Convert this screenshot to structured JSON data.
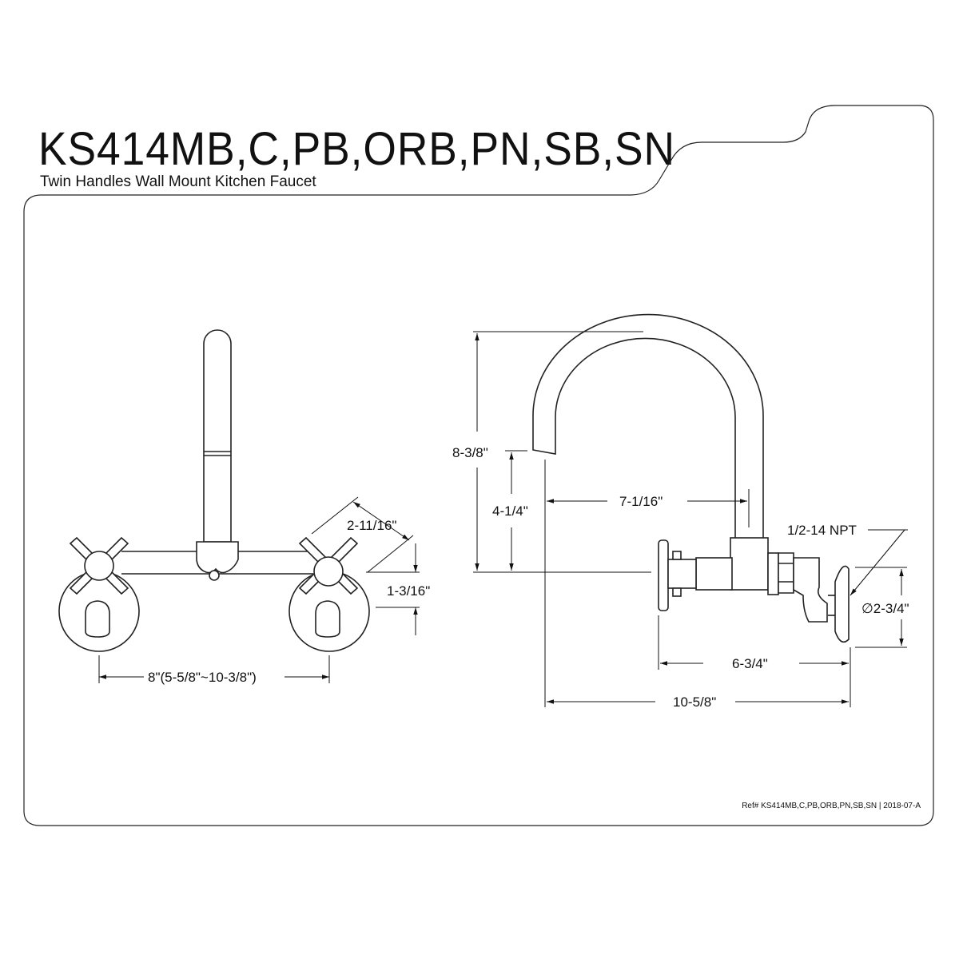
{
  "header": {
    "title": "KS414MB,C,PB,ORB,PN,SB,SN",
    "subtitle": "Twin Handles Wall Mount Kitchen Faucet"
  },
  "front_view": {
    "dim_handle_spread": "2-11/16\"",
    "dim_handle_offset": "1-3/16\"",
    "dim_centers": "8\"(5-5/8\"~10-3/8\")"
  },
  "side_view": {
    "dim_total_height": "8-3/8\"",
    "dim_outlet_height": "4-1/4\"",
    "dim_spout_reach": "7-1/16\"",
    "dim_thread": "1/2-14 NPT",
    "dim_flange_diameter": "∅2-3/4\"",
    "dim_body_depth": "6-3/4\"",
    "dim_total_depth": "10-5/8\""
  },
  "footer": {
    "reference": "Ref# KS414MB,C,PB,ORB,PN,SB,SN | 2018-07-A"
  }
}
